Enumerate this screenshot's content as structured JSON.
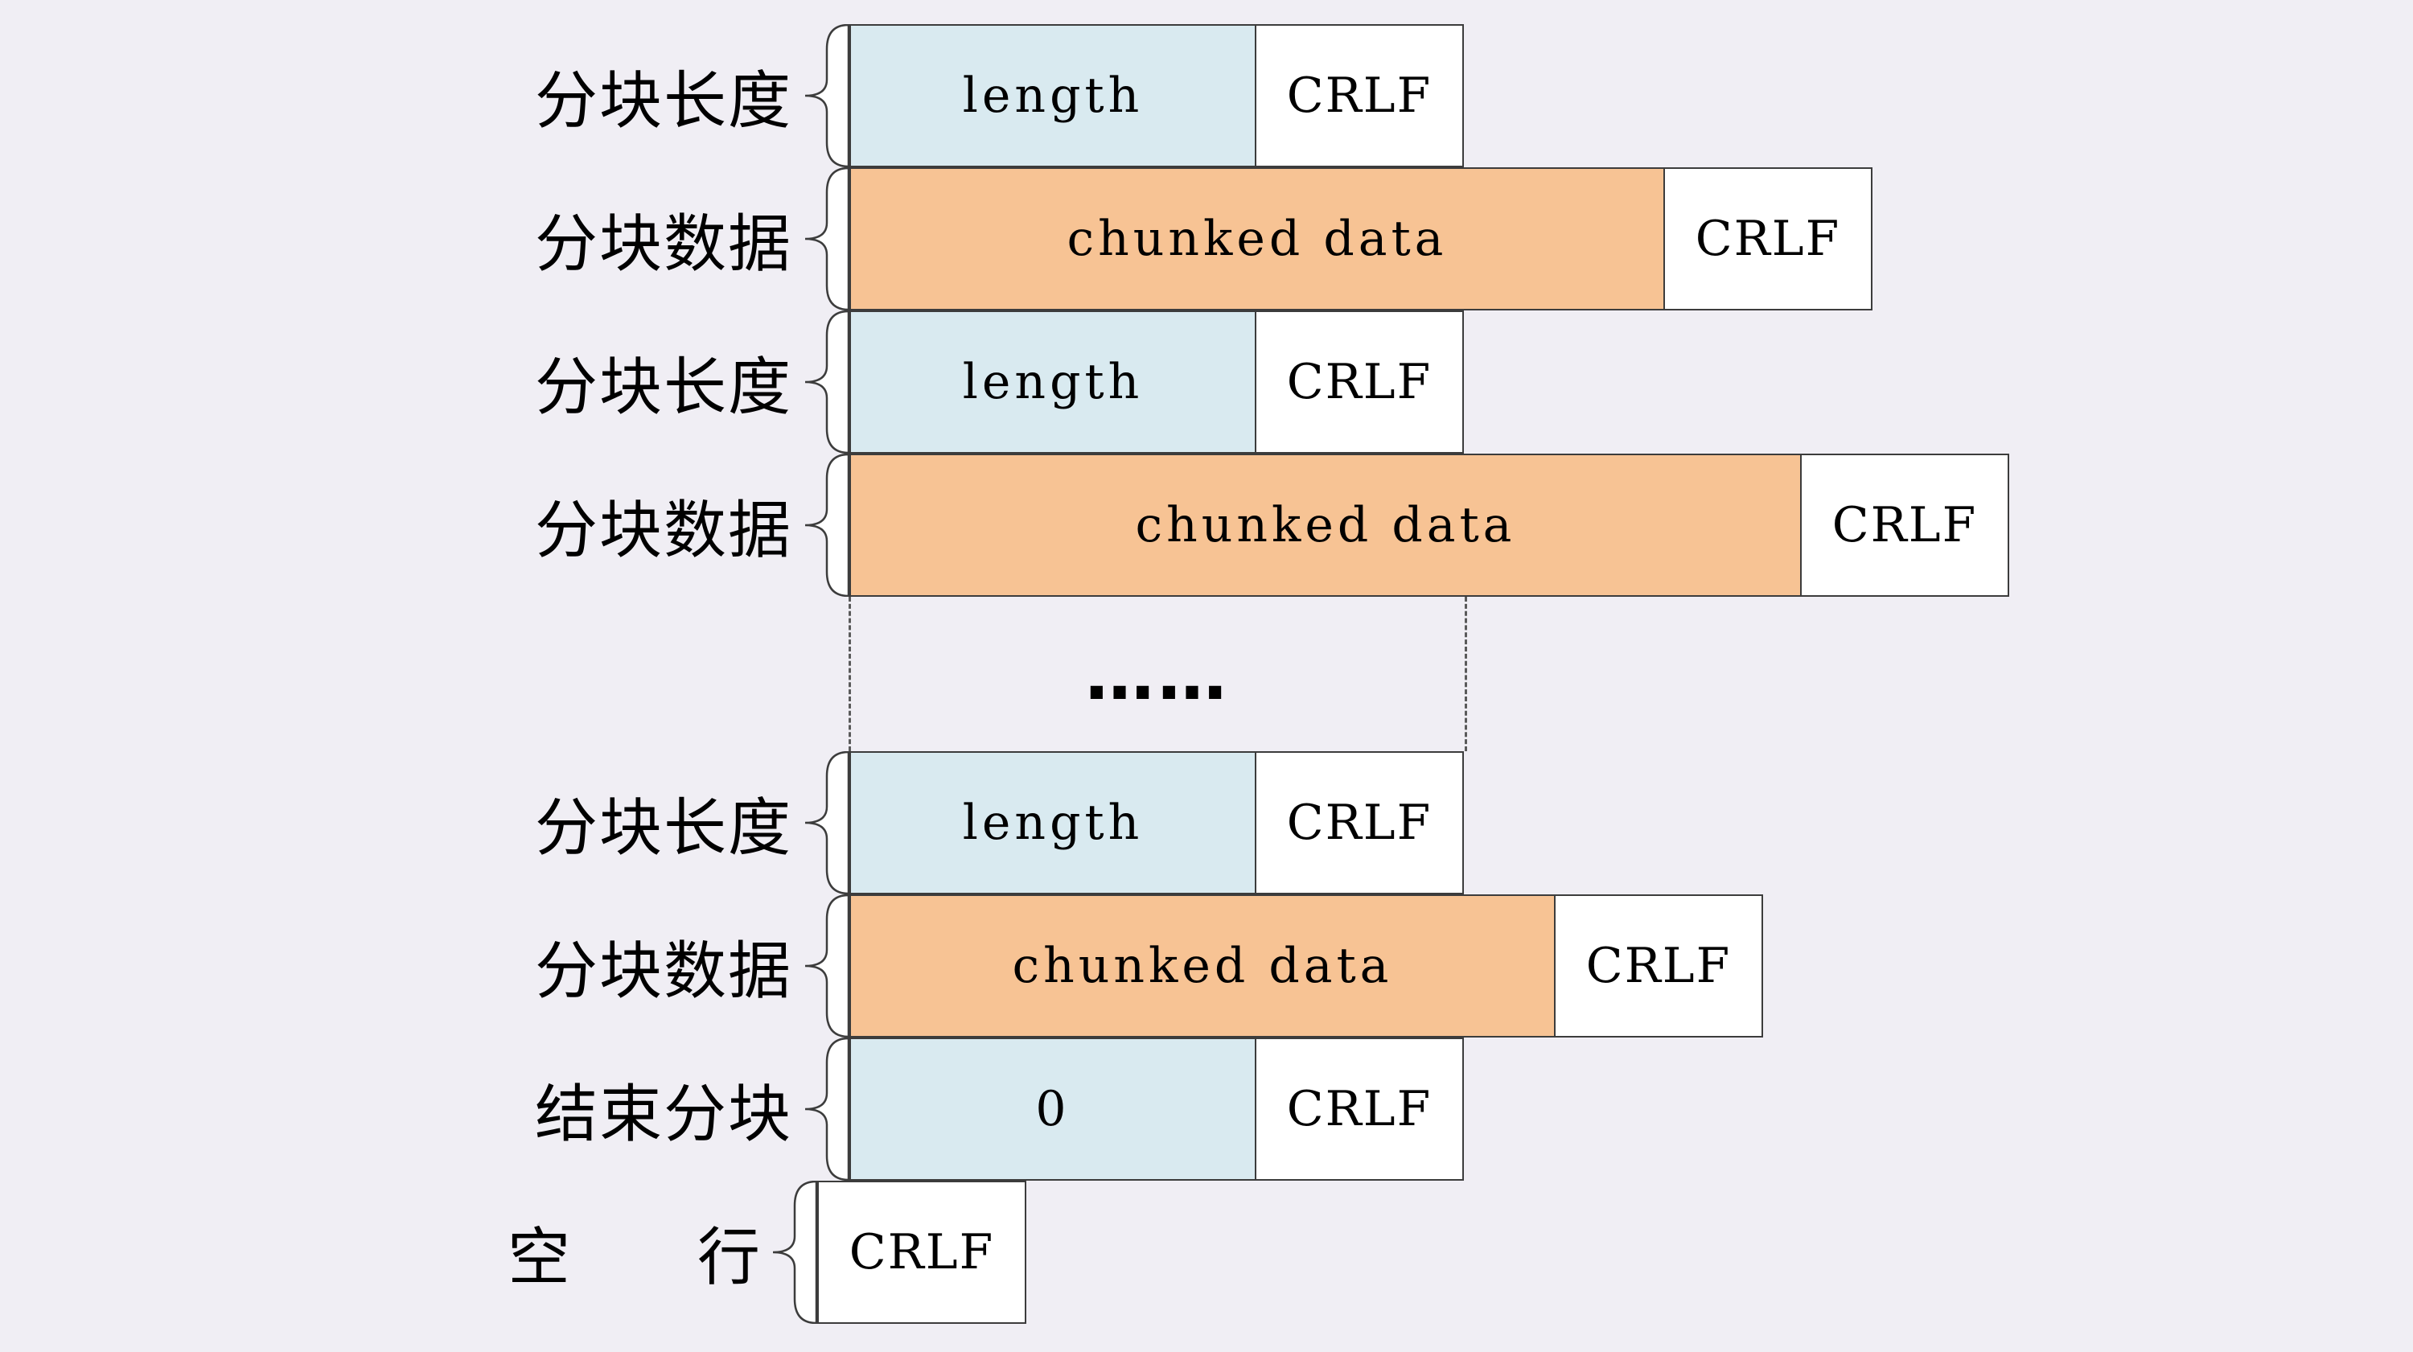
{
  "colors": {
    "bg": "#f0eef4",
    "length_fill": "#d9eaf0",
    "data_fill": "#f7c394",
    "crlf_fill": "#ffffff",
    "border": "#3c3c3c",
    "dash": "#5a5a5a",
    "text": "#000000"
  },
  "rows": [
    {
      "label": "分块长度",
      "cells": [
        {
          "text": "length"
        },
        {
          "text": "CRLF"
        }
      ]
    },
    {
      "label": "分块数据",
      "cells": [
        {
          "text": "chunked data"
        },
        {
          "text": "CRLF"
        }
      ]
    },
    {
      "label": "分块长度",
      "cells": [
        {
          "text": "length"
        },
        {
          "text": "CRLF"
        }
      ]
    },
    {
      "label": "分块数据",
      "cells": [
        {
          "text": "chunked data"
        },
        {
          "text": "CRLF"
        }
      ]
    },
    {
      "label": "分块长度",
      "cells": [
        {
          "text": "length"
        },
        {
          "text": "CRLF"
        }
      ]
    },
    {
      "label": "分块数据",
      "cells": [
        {
          "text": "chunked data"
        },
        {
          "text": "CRLF"
        }
      ]
    },
    {
      "label": "结束分块",
      "cells": [
        {
          "text": "0"
        },
        {
          "text": "CRLF"
        }
      ]
    },
    {
      "label": "空　行",
      "cells": [
        {
          "text": "CRLF"
        }
      ]
    }
  ],
  "ellipsis": "……"
}
